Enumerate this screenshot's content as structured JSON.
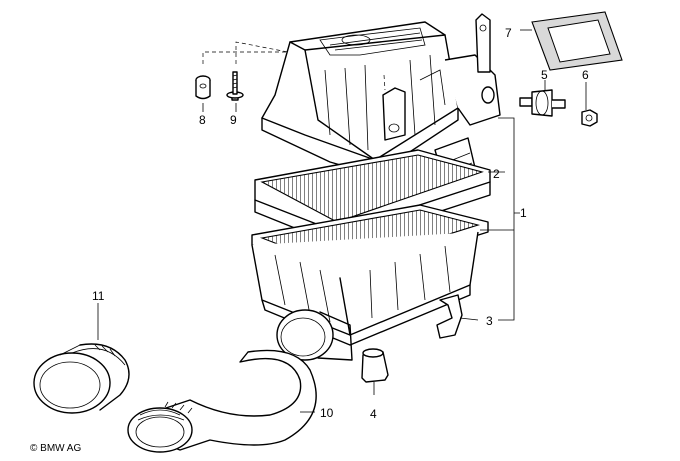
{
  "copyright": "© BMW AG",
  "parts": [
    {
      "number": "1",
      "icon": "air-filter-housing-assembly"
    },
    {
      "number": "2",
      "icon": "air-filter-element"
    },
    {
      "number": "3",
      "icon": "retaining-clip"
    },
    {
      "number": "4",
      "icon": "drain-valve-cap"
    },
    {
      "number": "5",
      "icon": "rubber-mount"
    },
    {
      "number": "6",
      "icon": "hex-nut"
    },
    {
      "number": "7",
      "icon": "gasket"
    },
    {
      "number": "8",
      "icon": "grommet"
    },
    {
      "number": "9",
      "icon": "screw"
    },
    {
      "number": "10",
      "icon": "intake-hose"
    },
    {
      "number": "11",
      "icon": "intake-funnel"
    }
  ]
}
